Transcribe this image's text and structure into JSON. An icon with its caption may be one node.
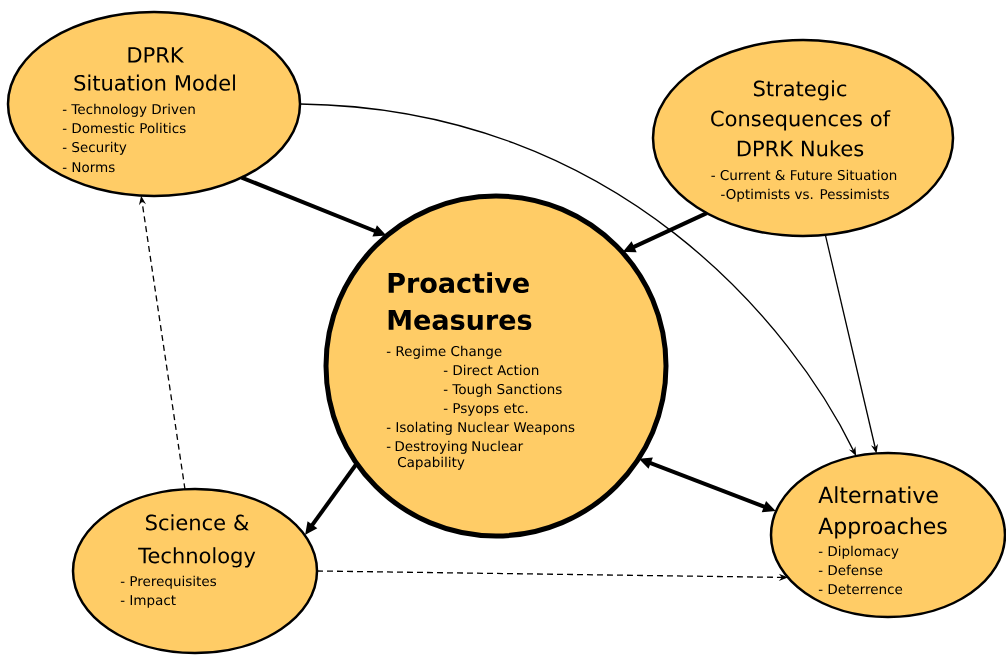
{
  "diagram": {
    "nodes": [
      {
        "text": [
          "DPRK Situation Model",
          "- Technology Driven",
          "- Domestic Politics",
          "- Security",
          "- Norms"
        ]
      },
      {
        "text": [
          "Strategic Consequences of DPRK Nukes",
          "- Current & Future Situation",
          "-Optimists vs. Pessimists"
        ]
      },
      {
        "text": [
          "Proactive Measures",
          "- Regime Change",
          "- Direct Action",
          "- Tough Sanctions",
          "- Psyops etc.",
          "- Isolating Nuclear Weapons",
          "- Destroying Nuclear Capability"
        ]
      },
      {
        "text": [
          "Science & Technology",
          "- Prerequisites",
          "- Impact"
        ]
      },
      {
        "text": [
          "Alternative Approaches",
          "- Diplomacy",
          "- Defense",
          "- Deterrence"
        ]
      }
    ],
    "edges": [
      {
        "from": 0,
        "to": 2,
        "arrow": "to",
        "style": "thick"
      },
      {
        "from": 1,
        "to": 2,
        "arrow": "to",
        "style": "thick"
      },
      {
        "from": 2,
        "to": 3,
        "arrow": "to",
        "style": "thick"
      },
      {
        "from": 2,
        "to": 4,
        "arrow": "both",
        "style": "thick"
      },
      {
        "from": 0,
        "to": 4,
        "arrow": "to"
      },
      {
        "from": 1,
        "to": 4,
        "arrow": "to"
      },
      {
        "from": 3,
        "to": 0,
        "arrow": "to",
        "style": "dashed"
      },
      {
        "from": 3,
        "to": 4,
        "arrow": "to",
        "style": "dashed"
      }
    ]
  }
}
